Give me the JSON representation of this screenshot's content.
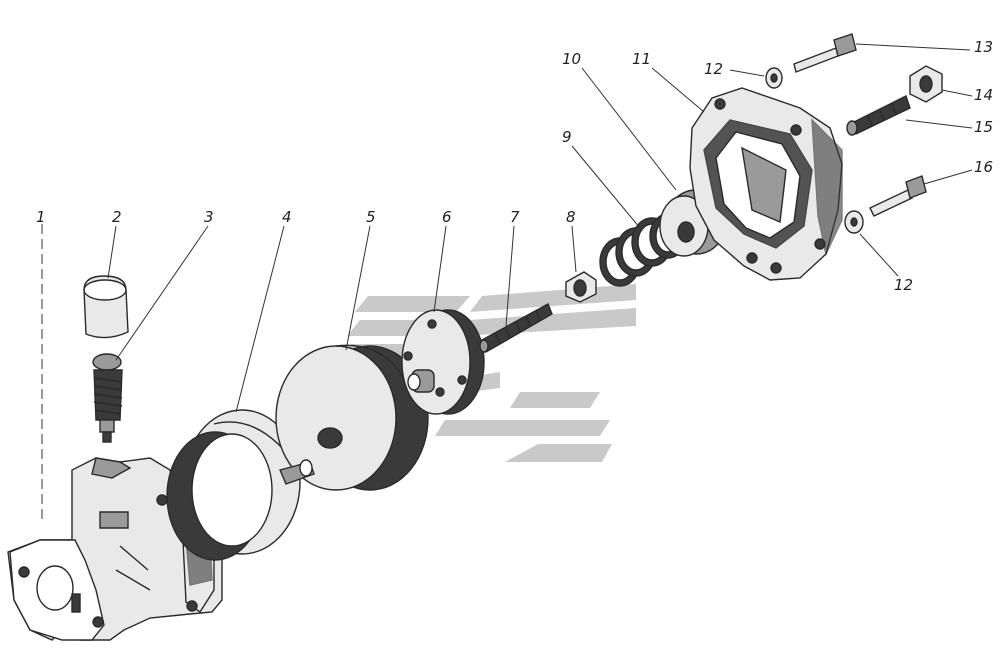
{
  "labels": {
    "l1": "1",
    "l2": "2",
    "l3": "3",
    "l4": "4",
    "l5": "5",
    "l6": "6",
    "l7": "7",
    "l8": "8",
    "l9": "9",
    "l10": "10",
    "l11": "11",
    "l12a": "12",
    "l12b": "12",
    "l13": "13",
    "l14": "14",
    "l15": "15",
    "l16": "16"
  },
  "parts": {
    "p1": "housing-icon",
    "p2": "cap-icon",
    "p3": "valve-spring-icon",
    "p4": "ring-icon",
    "p5": "cover-icon",
    "p6": "diaphragm-plate-icon",
    "p7": "stud-icon",
    "p8": "nut-icon",
    "p9": "spring-icon",
    "p10": "cup-icon",
    "p11": "flange-housing-icon",
    "p12": "washer-icon",
    "p13": "bolt-icon",
    "p14": "nut-icon",
    "p15": "stud-icon",
    "p16": "bolt-icon"
  }
}
